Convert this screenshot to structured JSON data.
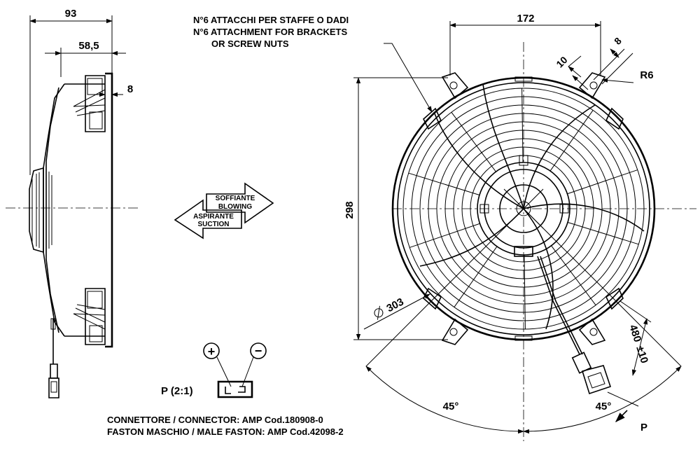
{
  "side_view": {
    "dim_overall": "93",
    "dim_depth": "58,5",
    "dim_flange": "8"
  },
  "notes": {
    "attachments_line1": "N°6 ATTACCHI PER STAFFE O DADI",
    "attachments_line2": "N°6 ATTACHMENT FOR BRACKETS",
    "attachments_line3": "OR SCREW NUTS"
  },
  "airflow": {
    "blowing_it": "SOFFIANTE",
    "blowing_en": "BLOWING",
    "suction_it": "ASPIRANTE",
    "suction_en": "SUCTION"
  },
  "front_view": {
    "dim_bracket_span": "172",
    "dim_slot_width": "8",
    "dim_slot_length": "10",
    "dim_radius": "R6",
    "dim_height": "298",
    "dim_diameter": "303",
    "dim_cable": "480",
    "dim_cable_tol": "±10",
    "angle_left": "45°",
    "angle_right": "45°",
    "detail_marker": "P"
  },
  "connector": {
    "detail_label": "P (2:1)",
    "plus_symbol": "+",
    "minus_symbol": "−",
    "line1": "CONNETTORE / CONNECTOR:  AMP Cod.180908-0",
    "line2": "FASTON MASCHIO / MALE FASTON:  AMP Cod.42098-2"
  }
}
